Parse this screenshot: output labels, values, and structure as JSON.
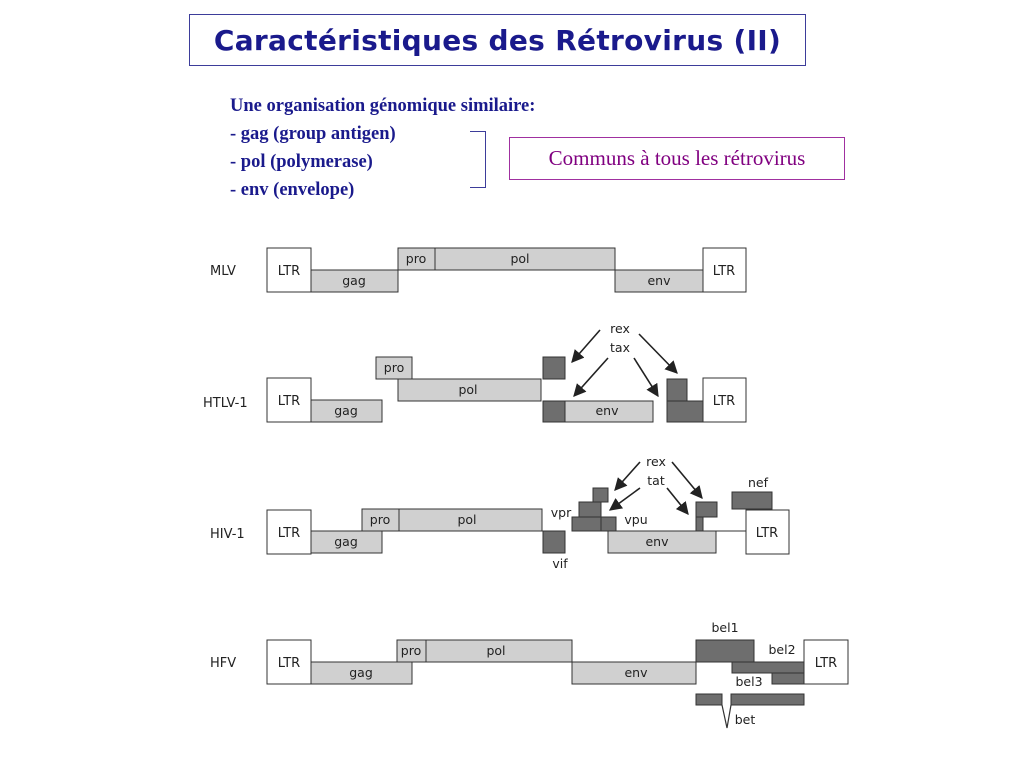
{
  "slide": {
    "title": "Caractéristiques des Rétrovirus (II)",
    "intro": {
      "heading": "Une organisation génomique similaire:",
      "items": [
        {
          "dash": "- ",
          "text": "gag (group antigen)"
        },
        {
          "dash": "- ",
          "text": "pol (polymerase)"
        },
        {
          "dash": "- ",
          "text": "env (envelope)"
        }
      ]
    },
    "common_note": "Communs à tous les rétrovirus"
  },
  "diagram": {
    "colors": {
      "light": "#d0d0d0",
      "dark": "#6e6e6e",
      "stroke": "#333333",
      "ltr_fill": "#ffffff"
    },
    "genomes": {
      "mlv": {
        "name": "MLV",
        "ltr_left": "LTR",
        "ltr_right": "LTR",
        "gag": "gag",
        "pro": "pro",
        "pol": "pol",
        "env": "env"
      },
      "htlv": {
        "name": "HTLV-1",
        "ltr_left": "LTR",
        "ltr_right": "LTR",
        "gag": "gag",
        "pro": "pro",
        "pol": "pol",
        "env": "env",
        "rex": "rex",
        "tax": "tax"
      },
      "hiv": {
        "name": "HIV-1",
        "ltr_left": "LTR",
        "ltr_right": "LTR",
        "gag": "gag",
        "pro": "pro",
        "pol": "pol",
        "env": "env",
        "vpr": "vpr",
        "vif": "vif",
        "vpu": "vpu",
        "nef": "nef",
        "rex": "rex",
        "tat": "tat"
      },
      "hfv": {
        "name": "HFV",
        "ltr_left": "LTR",
        "ltr_right": "LTR",
        "gag": "gag",
        "pro": "pro",
        "pol": "pol",
        "env": "env",
        "bel1": "bel1",
        "bel2": "bel2",
        "bel3": "bel3",
        "bet": "bet"
      }
    }
  }
}
